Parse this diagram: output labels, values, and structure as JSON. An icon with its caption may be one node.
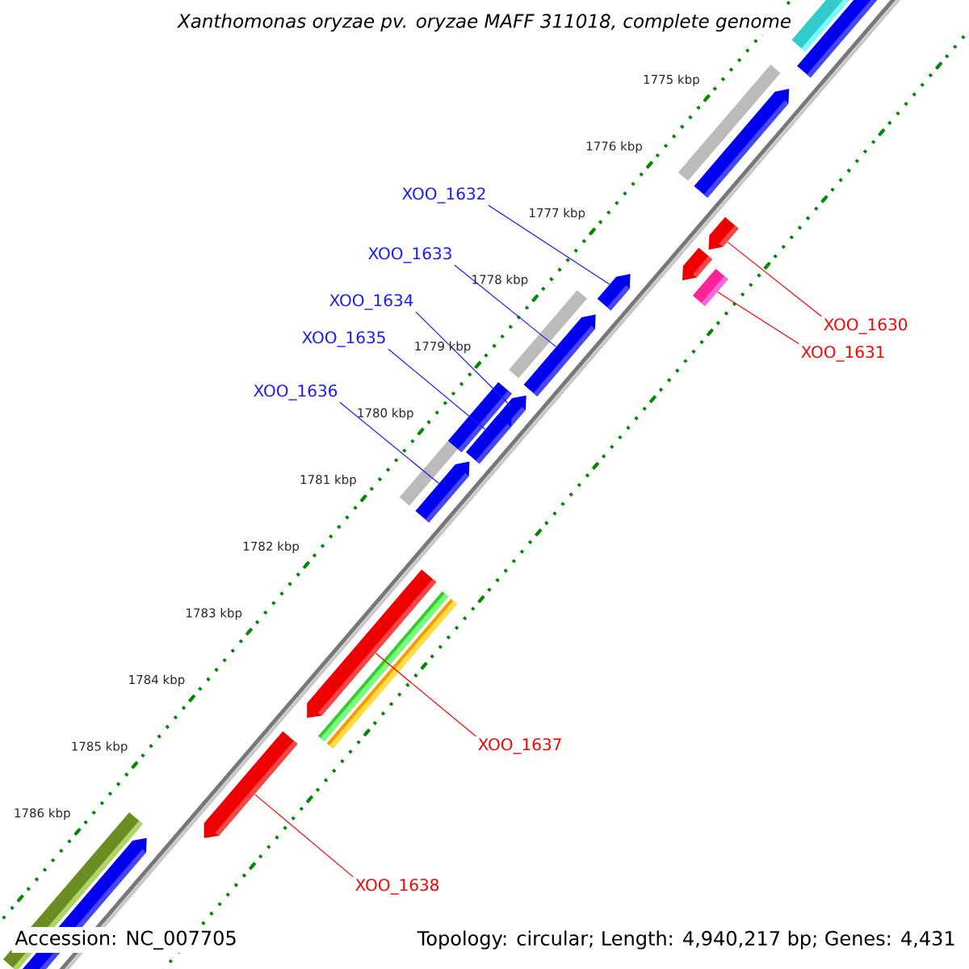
{
  "diagram": {
    "title": "Xanthomonas oryzae pv. oryzae MAFF 311018, complete genome",
    "nodes": [
      {
        "text": [
          "XOO_1632"
        ]
      },
      {
        "text": [
          "XOO_1633"
        ]
      },
      {
        "text": [
          "XOO_1634"
        ]
      },
      {
        "text": [
          "XOO_1635"
        ]
      },
      {
        "text": [
          "XOO_1636"
        ]
      },
      {
        "text": [
          "XOO_1630"
        ]
      },
      {
        "text": [
          "XOO_1631"
        ]
      },
      {
        "text": [
          "XOO_1637"
        ]
      },
      {
        "text": [
          "XOO_1638"
        ]
      },
      {
        "text": [],
        "shape": "arrow"
      },
      {
        "text": [],
        "shape": "arrow"
      },
      {
        "text": [],
        "shape": "arrow"
      },
      {
        "text": [],
        "shape": "arrow"
      },
      {
        "text": [],
        "shape": "arrow"
      },
      {
        "text": [],
        "shape": "arrow"
      },
      {
        "text": [],
        "shape": "arrow"
      },
      {
        "text": [],
        "shape": "box"
      },
      {
        "text": [],
        "shape": "arrow"
      },
      {
        "text": [],
        "shape": "arrow"
      }
    ],
    "edges": [
      {
        "from": 0,
        "to": 9,
        "arrow": "none"
      },
      {
        "from": 1,
        "to": 10,
        "arrow": "none"
      },
      {
        "from": 2,
        "to": 11,
        "arrow": "none"
      },
      {
        "from": 3,
        "to": 12,
        "arrow": "none"
      },
      {
        "from": 4,
        "to": 13,
        "arrow": "none"
      },
      {
        "from": 5,
        "to": 14,
        "arrow": "none",
        "color": "#ff0000"
      },
      {
        "from": 6,
        "to": 16,
        "arrow": "none",
        "color": "#ff0000"
      },
      {
        "from": 7,
        "to": 17,
        "arrow": "none",
        "color": "#ff0000"
      },
      {
        "from": 8,
        "to": 18,
        "arrow": "none",
        "color": "#ff0000"
      }
    ],
    "labels": [
      "1775 kbp",
      "1776 kbp",
      "1777 kbp",
      "1778 kbp",
      "1779 kbp",
      "1780 kbp",
      "1781 kbp",
      "1782 kbp",
      "1783 kbp",
      "1784 kbp",
      "1785 kbp",
      "1786 kbp",
      "Accession: NC_007705",
      "Topology: circular; Length: 4,940,217 bp; Genes: 4,431"
    ]
  }
}
